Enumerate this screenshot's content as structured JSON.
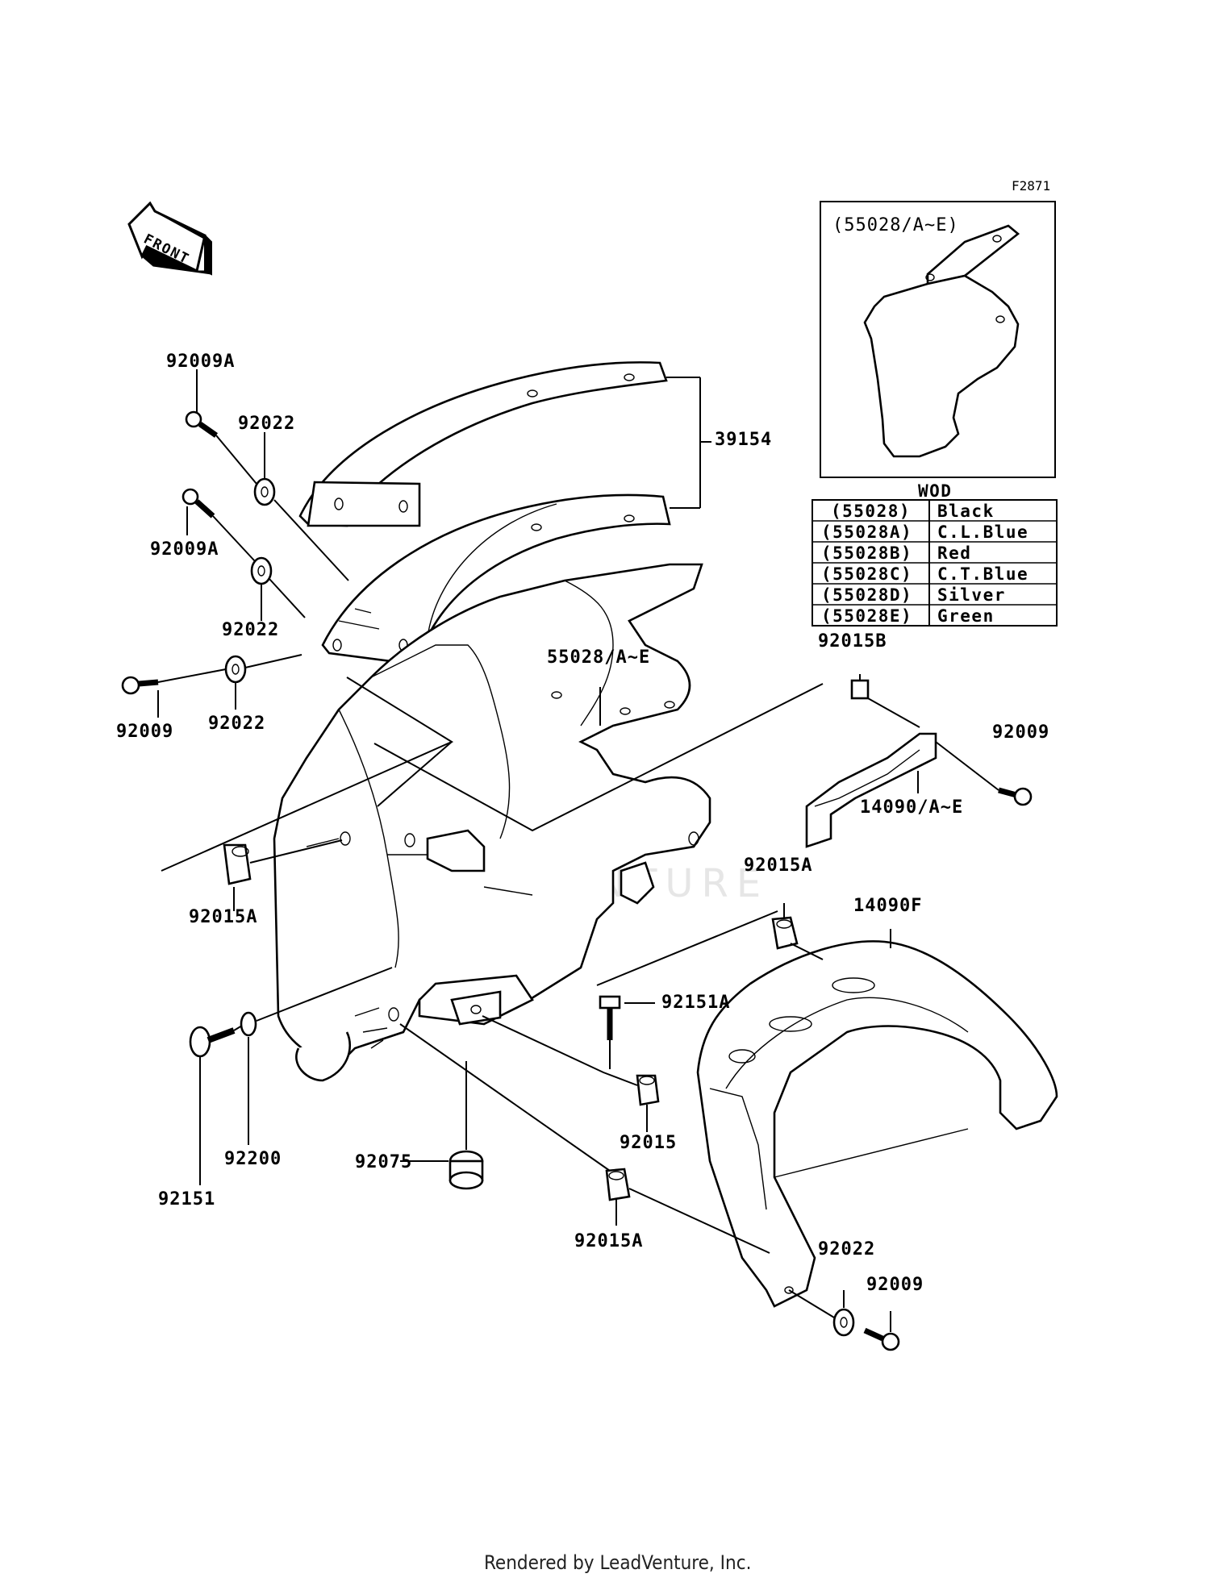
{
  "figure_code": "F2871",
  "front_label": "FRONT",
  "inset_label": "(55028/A~E)",
  "wod": {
    "title": "WOD",
    "rows": [
      {
        "code": "(55028)",
        "color": "Black"
      },
      {
        "code": "(55028A)",
        "color": "C.L.Blue"
      },
      {
        "code": "(55028B)",
        "color": "Red"
      },
      {
        "code": "(55028C)",
        "color": "C.T.Blue"
      },
      {
        "code": "(55028D)",
        "color": "Silver"
      },
      {
        "code": "(55028E)",
        "color": "Green"
      }
    ]
  },
  "callouts": {
    "p92009A_top": "92009A",
    "p92022_top": "92022",
    "p39154": "39154",
    "p92009A_mid": "92009A",
    "p92022_mid": "92022",
    "p92009_left": "92009",
    "p92022_low": "92022",
    "p55028": "55028/A~E",
    "p92015B": "92015B",
    "p92009_right": "92009",
    "p14090": "14090/A~E",
    "p92015A_left": "92015A",
    "p92015A_right": "92015A",
    "p14090F": "14090F",
    "p92151A": "92151A",
    "p92015": "92015",
    "p92075": "92075",
    "p92151": "92151",
    "p92200": "92200",
    "p92015A_bottom": "92015A",
    "p92022_bottom": "92022",
    "p92009_bottom": "92009"
  },
  "watermark": "LEADVENTURE",
  "footer": "Rendered by LeadVenture, Inc."
}
